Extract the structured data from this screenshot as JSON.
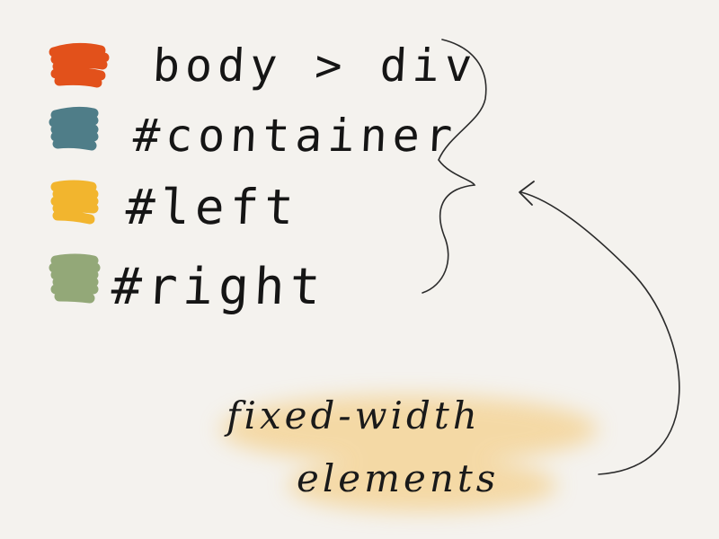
{
  "legend": {
    "items": [
      {
        "label": "body > div",
        "color": "#e2511b"
      },
      {
        "label": "#container",
        "color": "#4f7d88"
      },
      {
        "label": "#left",
        "color": "#f2b52e"
      },
      {
        "label": "#right",
        "color": "#93a878"
      }
    ]
  },
  "annotation": {
    "line1": "fixed-width",
    "line2": "elements",
    "highlight_color": "#f5c56a"
  }
}
